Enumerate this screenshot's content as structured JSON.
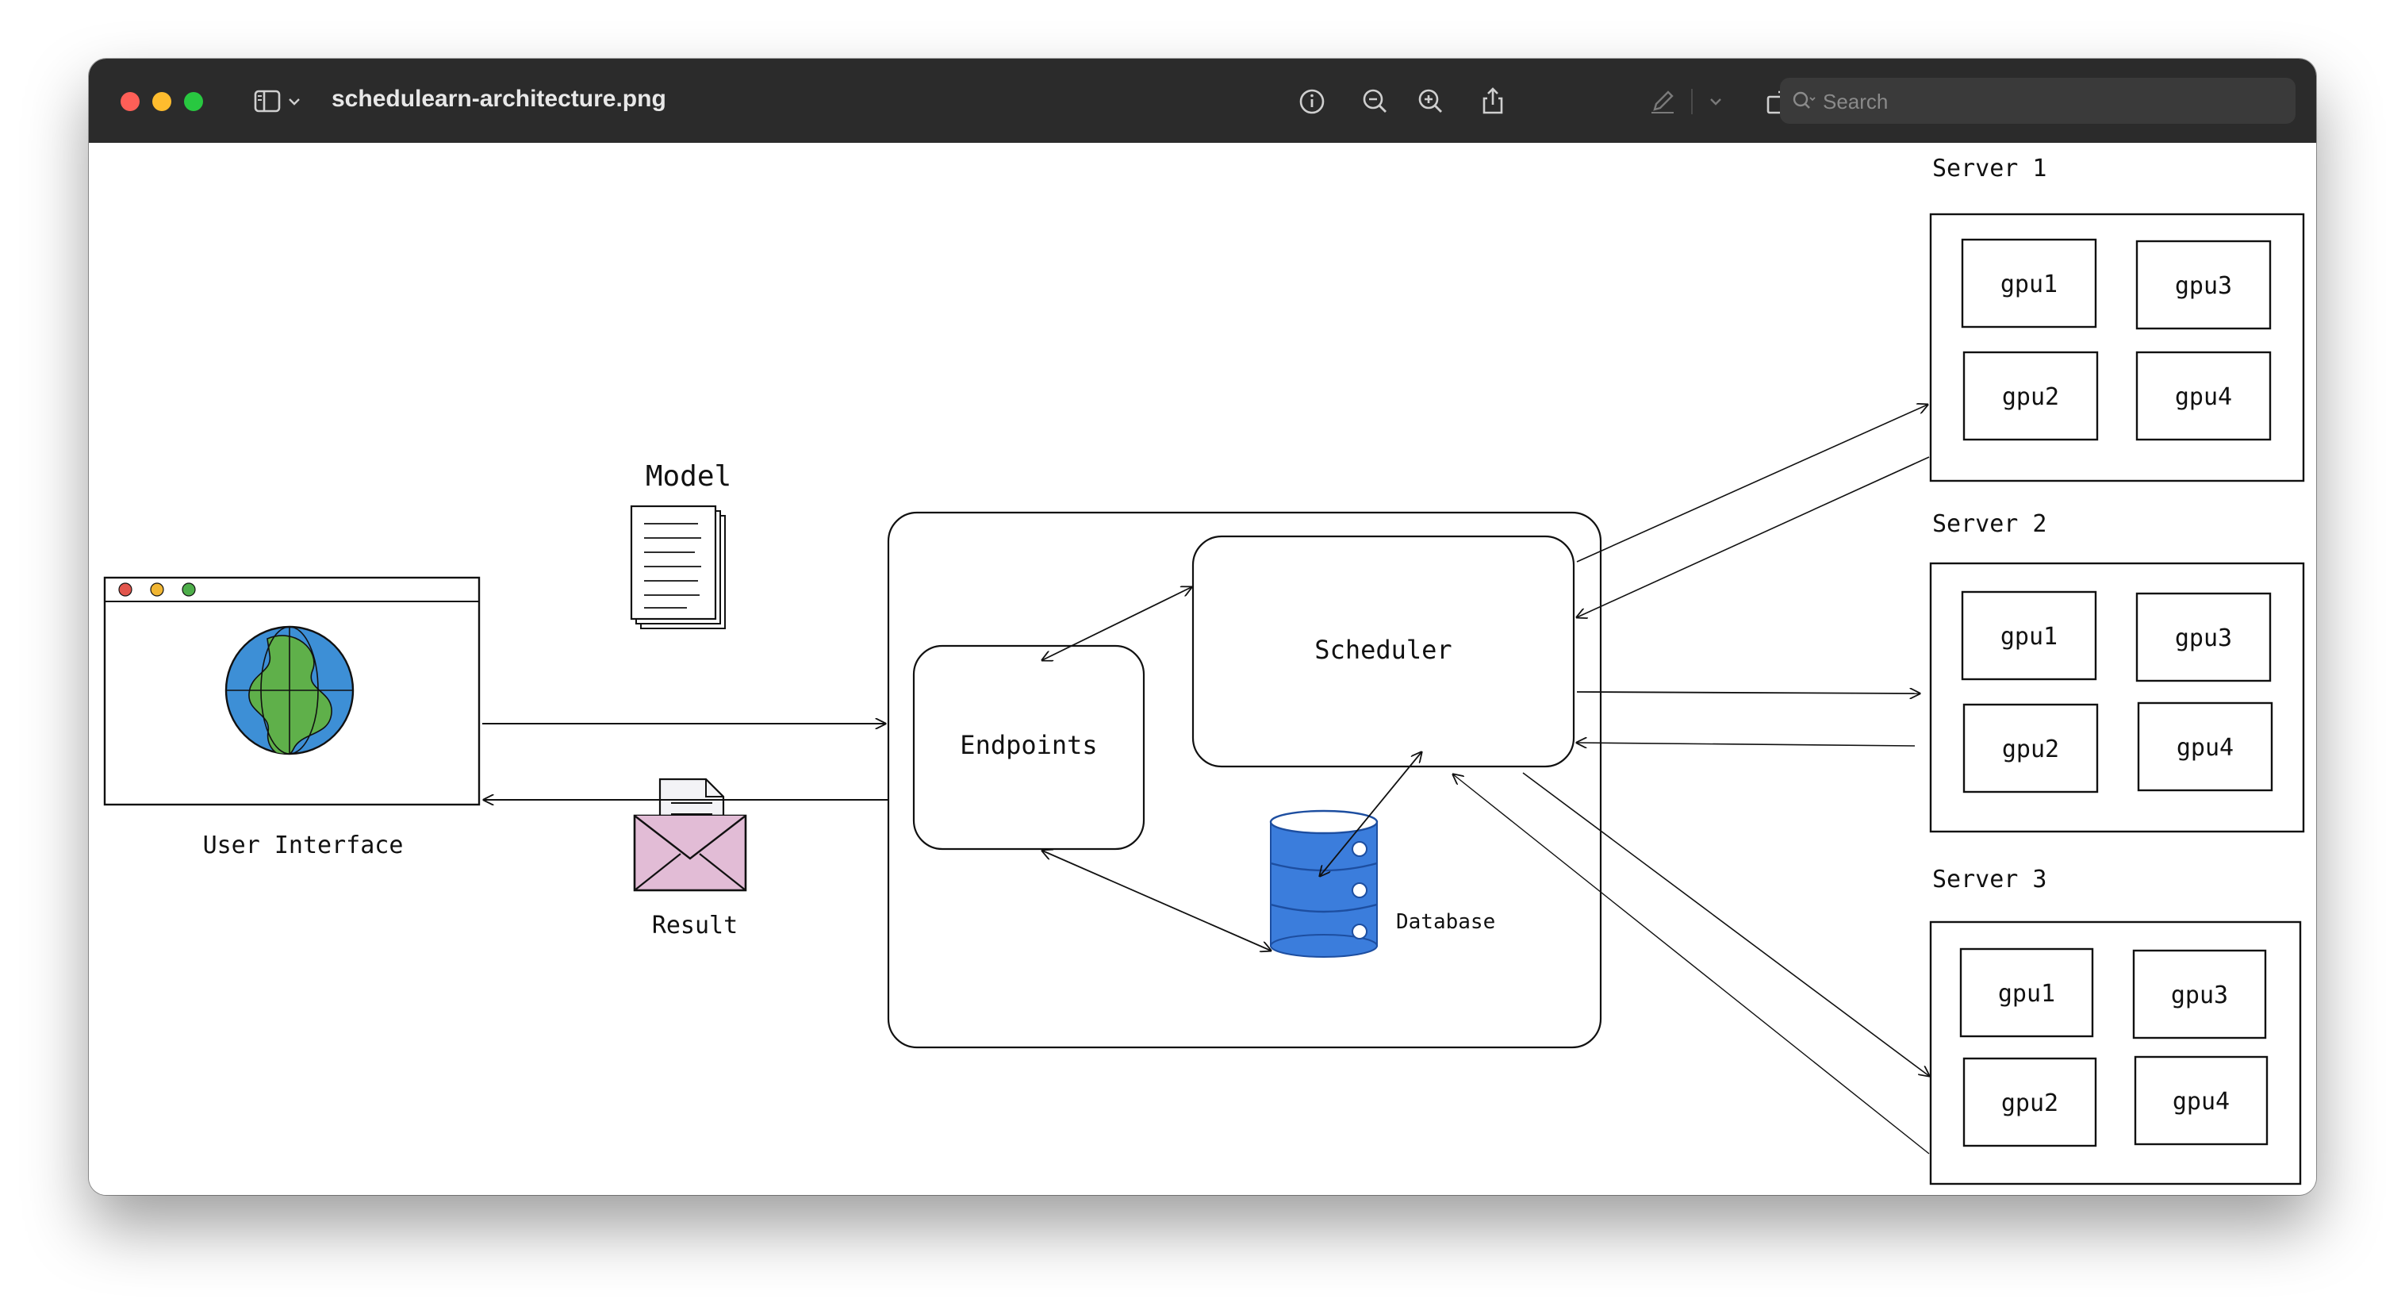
{
  "window": {
    "title": "schedulearn-architecture.png",
    "search_placeholder": "Search",
    "toolbar_icons": [
      "sidebar-icon",
      "chevron-down-icon",
      "info-icon",
      "zoom-out-icon",
      "zoom-in-icon",
      "share-icon",
      "markup-icon",
      "chevron-down-icon",
      "rotate-icon",
      "annotate-icon",
      "search-icon"
    ]
  },
  "diagram": {
    "user_interface": {
      "label": "User Interface"
    },
    "model": {
      "label": "Model"
    },
    "result": {
      "label": "Result"
    },
    "endpoints": {
      "label": "Endpoints"
    },
    "scheduler": {
      "label": "Scheduler"
    },
    "database": {
      "label": "Database"
    },
    "servers": [
      {
        "label": "Server 1",
        "gpus": [
          "gpu1",
          "gpu3",
          "gpu2",
          "gpu4"
        ]
      },
      {
        "label": "Server 2",
        "gpus": [
          "gpu1",
          "gpu3",
          "gpu2",
          "gpu4"
        ]
      },
      {
        "label": "Server 3",
        "gpus": [
          "gpu1",
          "gpu3",
          "gpu2",
          "gpu4"
        ]
      }
    ]
  },
  "colors": {
    "titlebar": "#2b2b2b",
    "close": "#ff5f57",
    "minimize": "#febc2e",
    "maximize": "#28c840",
    "globe_ocean": "#3d8fd6",
    "globe_land": "#5fb04a",
    "database_blue": "#3b7ddc",
    "envelope_pink": "#e2bcd6"
  }
}
